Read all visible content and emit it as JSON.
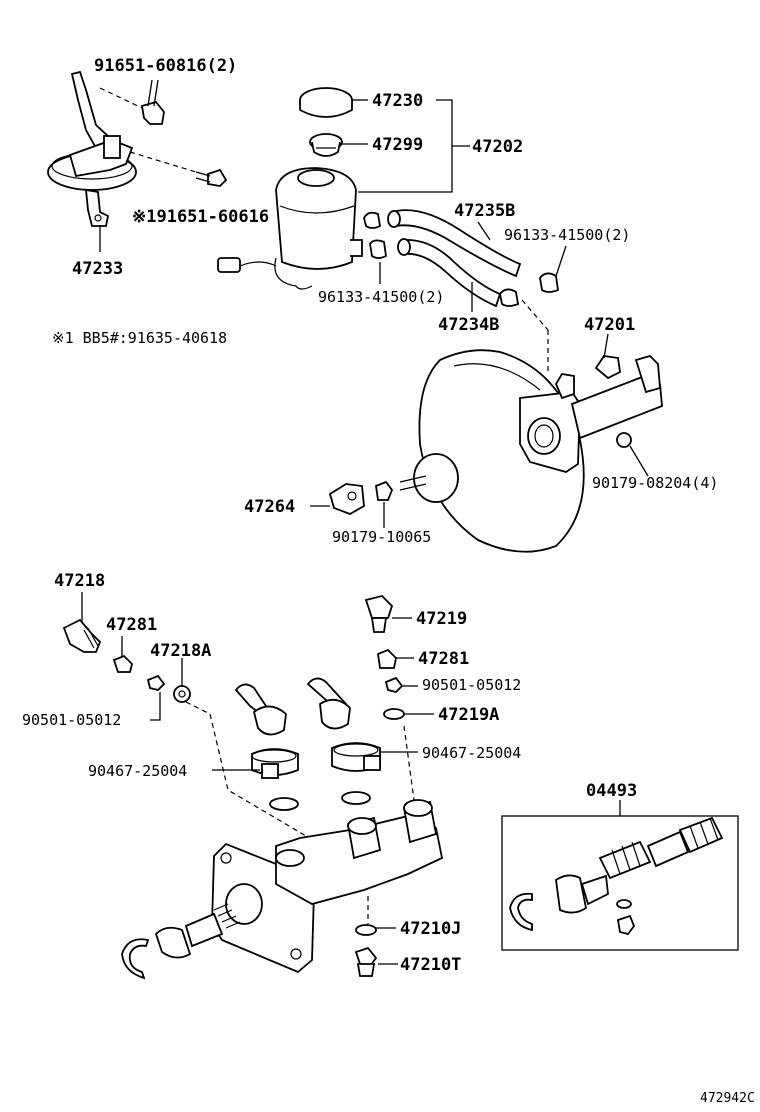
{
  "labels": {
    "l91651_60816": "91651-60816(2)",
    "l91651_60616": "※191651-60616",
    "l47233": "47233",
    "l_note_bb5": "※1 BB5#:91635-40618",
    "l47230": "47230",
    "l47299": "47299",
    "l47202": "47202",
    "l47235B": "47235B",
    "l96133_41500_a": "96133-41500(2)",
    "l96133_41500_b": "96133-41500(2)",
    "l47234B": "47234B",
    "l47201": "47201",
    "l90179_08204": "90179-08204(4)",
    "l47264": "47264",
    "l90179_10065": "90179-10065",
    "l47218": "47218",
    "l47281_a": "47281",
    "l47218A": "47218A",
    "l90501_05012_a": "90501-05012",
    "l90467_25004_a": "90467-25004",
    "l47219": "47219",
    "l47281_b": "47281",
    "l90501_05012_b": "90501-05012",
    "l47219A": "47219A",
    "l90467_25004_b": "90467-25004",
    "l04493": "04493",
    "l47210J": "47210J",
    "l47210T": "47210T",
    "figure_code": "472942C"
  }
}
